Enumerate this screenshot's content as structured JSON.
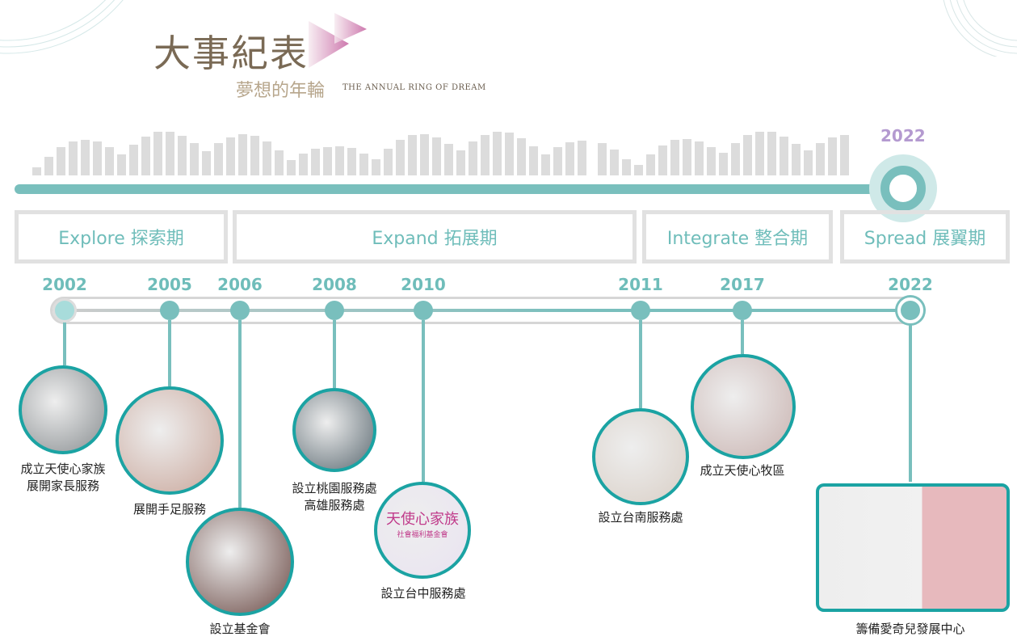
{
  "header": {
    "title": "大事紀表",
    "subtitle": "夢想的年輪",
    "subtitle_en": "THE ANNUAL RING OF DREAM"
  },
  "progress": {
    "current_year": "2022",
    "value": 1.0
  },
  "phases": [
    {
      "label": "Explore 探索期"
    },
    {
      "label": "Expand 拓展期"
    },
    {
      "label": "Integrate 整合期"
    },
    {
      "label": "Spread 展翼期"
    }
  ],
  "events": [
    {
      "year": "2002",
      "caption": [
        "成立天使心家族",
        "展開家長服務"
      ]
    },
    {
      "year": "2005",
      "caption": [
        "展開手足服務"
      ]
    },
    {
      "year": "2006",
      "caption": [
        "設立基金會"
      ]
    },
    {
      "year": "2008",
      "caption": [
        "設立桃園服務處",
        "高雄服務處"
      ]
    },
    {
      "year": "2010",
      "caption": [
        "設立台中服務處"
      ]
    },
    {
      "year": "2011",
      "caption": [
        "設立台南服務處"
      ]
    },
    {
      "year": "2017",
      "caption": [
        "成立天使心牧區"
      ]
    },
    {
      "year": "2022",
      "caption": [
        "籌備愛奇兒發展中心"
      ]
    }
  ],
  "photo_text": {
    "logo": "天使心家族",
    "org": "社會福利基金會"
  },
  "colors": {
    "accent": "#79bfbd",
    "ring": "#1ba3a3",
    "title": "#7a6a55",
    "year_highlight": "#b49ad0"
  }
}
